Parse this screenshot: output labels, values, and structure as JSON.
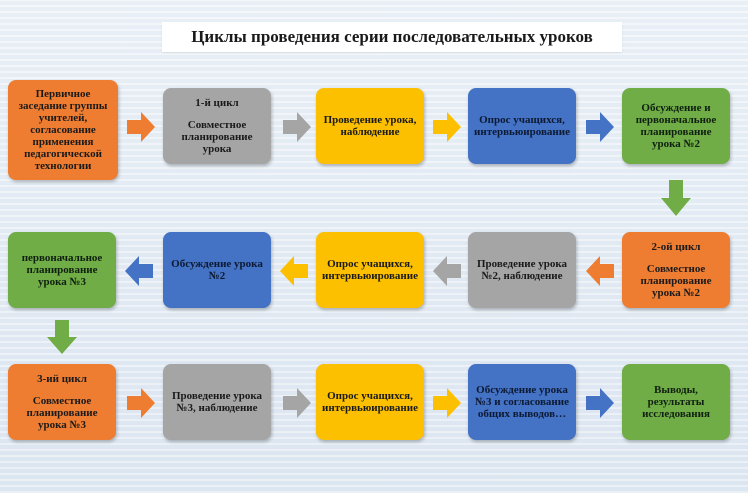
{
  "title": "Циклы проведения серии последовательных уроков",
  "row1": {
    "b1": "Первичное заседание группы учителей, согласование применения педагогической технологии",
    "b2_head": "1-й цикл",
    "b2_body": "Совместное планирование урока",
    "b3": "Проведение урока, наблюдение",
    "b4": "Опрос учащихся, интервьюирование",
    "b5": "Обсуждение и первоначальное планирование урока №2"
  },
  "row2": {
    "b1": "первоначальное планирование урока №3",
    "b2": "Обсуждение урока №2",
    "b3": "Опрос учащихся, интервьюирование",
    "b4": "Проведение урока №2, наблюдение",
    "b5_head": "2-ой цикл",
    "b5_body": "Совместное планирование урока №2"
  },
  "row3": {
    "b1_head": "3-ий цикл",
    "b1_body": "Совместное планирование урока №3",
    "b2": "Проведение урока №3, наблюдение",
    "b3": "Опрос учащихся, интервьюирование",
    "b4": "Обсуждение урока №3 и согласование общих выводов…",
    "b5": "Выводы, результаты исследования"
  },
  "colors": {
    "orange": "#ee7d31",
    "gray": "#a5a5a5",
    "yellow": "#fcc000",
    "blue": "#4472c4",
    "green": "#70ad47"
  }
}
